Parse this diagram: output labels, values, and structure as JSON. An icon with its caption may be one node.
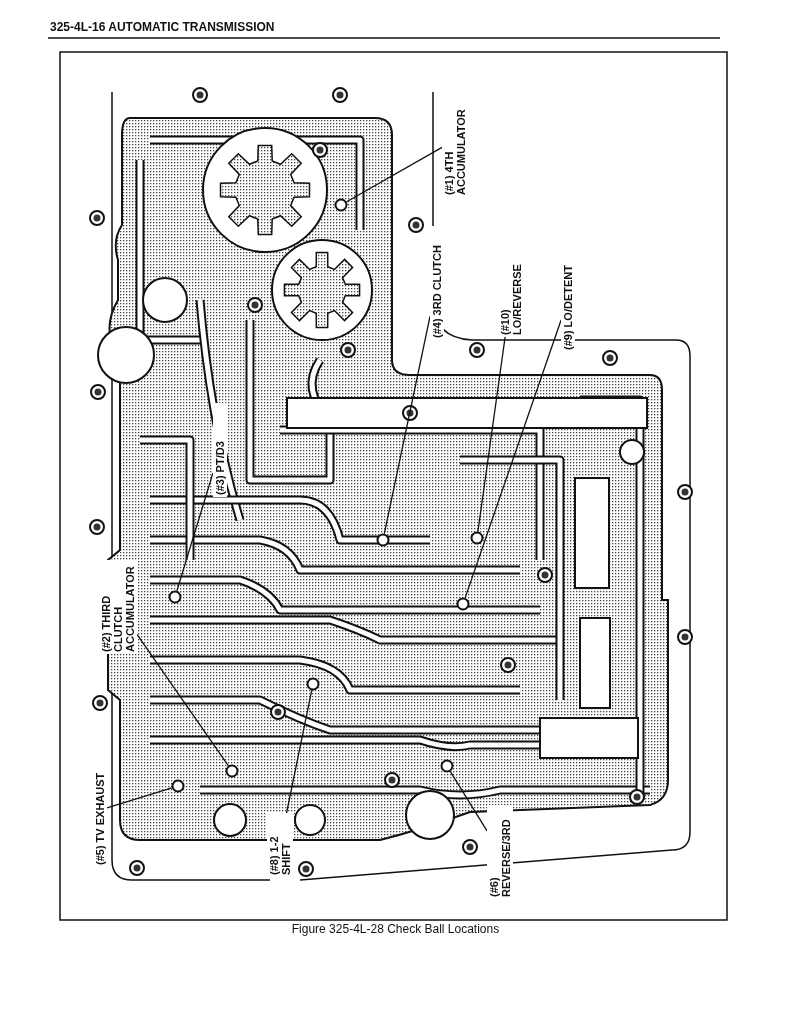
{
  "diagram": {
    "title": "325-4L-16 AUTOMATIC TRANSMISSION",
    "caption": "Figure 325-4L-28 Check Ball Locations",
    "nodes": [
      {
        "text": [
          "(#1) 4TH ACCUMULATOR"
        ]
      },
      {
        "text": [
          "(#4) 3RD CLUTCH"
        ]
      },
      {
        "text": [
          "(#10) LO/REVERSE"
        ]
      },
      {
        "text": [
          "(#9) LO/DETENT"
        ]
      },
      {
        "text": [
          "(#3) PT/D3"
        ]
      },
      {
        "text": [
          "(#2) THIRD CLUTCH ACCUMULATOR"
        ]
      },
      {
        "text": [
          "(#5) TV EXHAUST"
        ]
      },
      {
        "text": [
          "(#8) 1-2 SHIFT"
        ]
      },
      {
        "text": [
          "(#6) REVERSE/3RD"
        ]
      },
      {
        "text": [],
        "shape": "circle"
      },
      {
        "text": [],
        "shape": "circle"
      },
      {
        "text": [],
        "shape": "circle"
      },
      {
        "text": [],
        "shape": "circle"
      },
      {
        "text": [],
        "shape": "circle"
      },
      {
        "text": [],
        "shape": "circle"
      },
      {
        "text": [],
        "shape": "circle"
      },
      {
        "text": [],
        "shape": "circle"
      },
      {
        "text": [],
        "shape": "circle"
      }
    ],
    "edges": [
      {
        "from": 0,
        "to": 9,
        "arrow": "none"
      },
      {
        "from": 1,
        "to": 10,
        "arrow": "none"
      },
      {
        "from": 2,
        "to": 11,
        "arrow": "none"
      },
      {
        "from": 3,
        "to": 12,
        "arrow": "none"
      },
      {
        "from": 4,
        "to": 13,
        "arrow": "none"
      },
      {
        "from": 5,
        "to": 14,
        "arrow": "none"
      },
      {
        "from": 6,
        "to": 15,
        "arrow": "none"
      },
      {
        "from": 7,
        "to": 16,
        "arrow": "none"
      },
      {
        "from": 8,
        "to": 17,
        "arrow": "none"
      }
    ]
  }
}
